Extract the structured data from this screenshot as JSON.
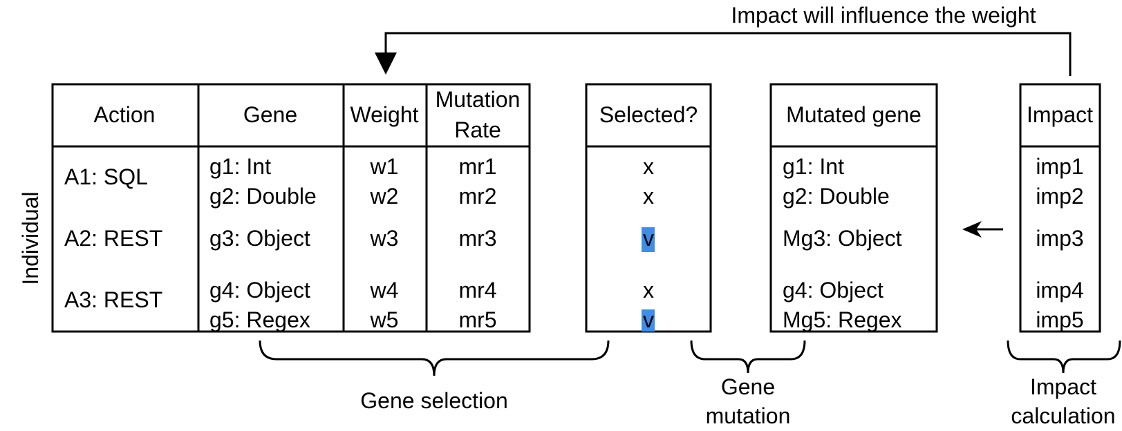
{
  "top_annotation": "Impact will influence the weight",
  "individual_label": "Individual",
  "main_table": {
    "headers": {
      "action": "Action",
      "gene": "Gene",
      "weight": "Weight",
      "mutation_rate_line1": "Mutation",
      "mutation_rate_line2": "Rate"
    },
    "actions": [
      "A1: SQL",
      "A2: REST",
      "A3: REST"
    ],
    "genes": [
      "g1: Int",
      "g2: Double",
      "g3: Object",
      "g4: Object",
      "g5: Regex"
    ],
    "weights": [
      "w1",
      "w2",
      "w3",
      "w4",
      "w5"
    ],
    "mutation_rates": [
      "mr1",
      "mr2",
      "mr3",
      "mr4",
      "mr5"
    ]
  },
  "selected_table": {
    "header": "Selected?",
    "values": [
      "x",
      "x",
      "v",
      "x",
      "v"
    ],
    "highlight_color": "#3d8ee8"
  },
  "mutated_table": {
    "header": "Mutated gene",
    "values": [
      "g1: Int",
      "g2: Double",
      "Mg3: Object",
      "g4: Object",
      "Mg5: Regex"
    ]
  },
  "impact_table": {
    "header": "Impact",
    "values": [
      "imp1",
      "imp2",
      "imp3",
      "imp4",
      "imp5"
    ]
  },
  "brace_labels": {
    "gene_selection": "Gene selection",
    "gene_mutation_line1": "Gene",
    "gene_mutation_line2": "mutation",
    "impact_calculation_line1": "Impact",
    "impact_calculation_line2": "calculation"
  }
}
